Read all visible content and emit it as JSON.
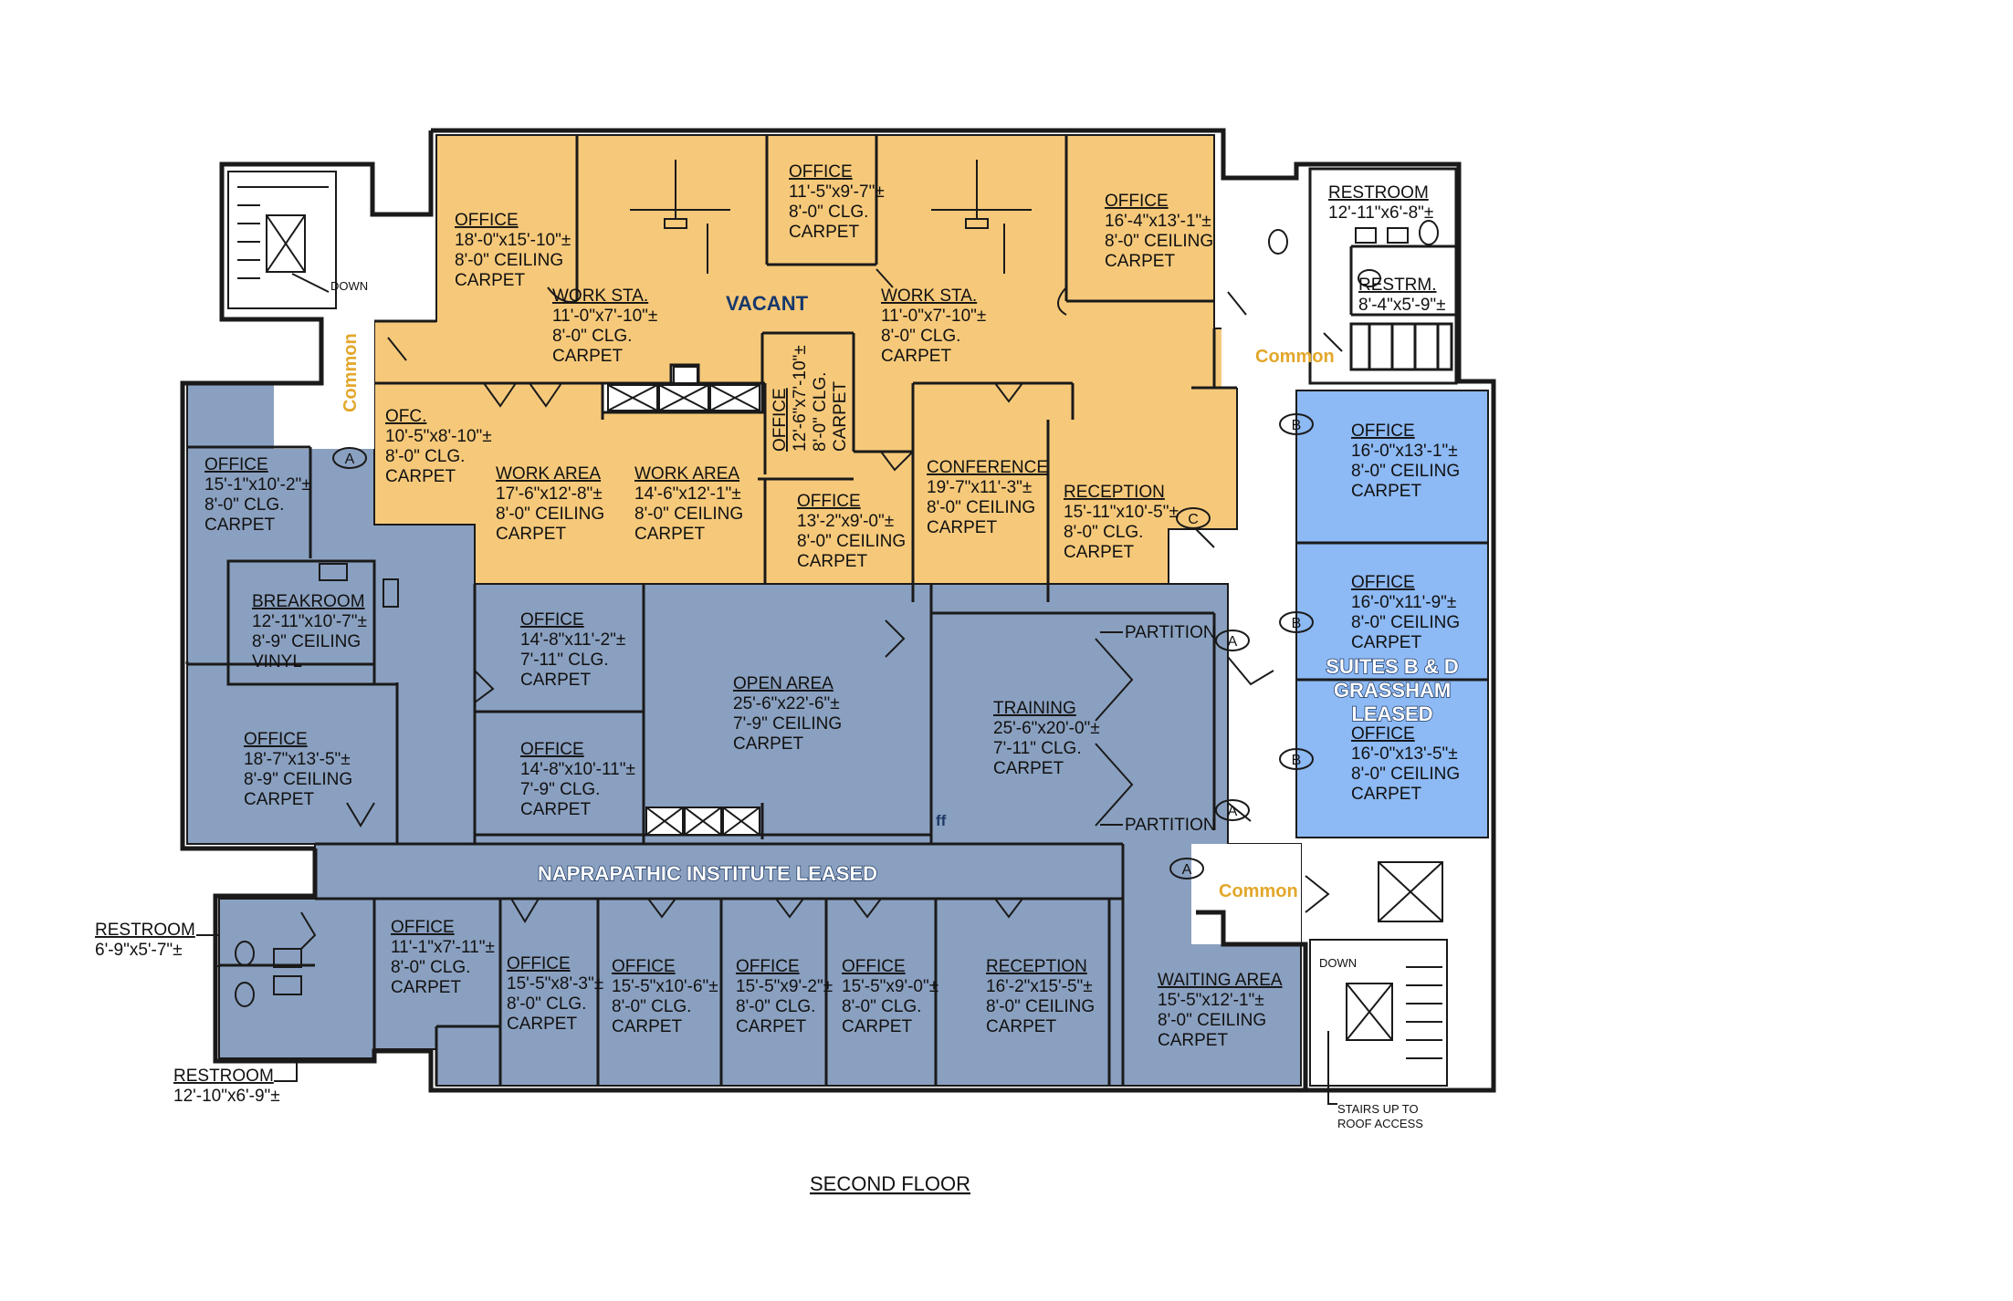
{
  "drawing_title": "SECOND FLOOR",
  "zones": {
    "vacant": "VACANT",
    "naprapathic": "NAPRAPATHIC INSTITUTE LEASED",
    "suites": [
      "SUITES B & D",
      "GRASSHAM",
      "LEASED"
    ]
  },
  "common_labels": [
    "Common",
    "Common",
    "Common"
  ],
  "stair_labels": {
    "down_left": "DOWN",
    "down_right": "DOWN",
    "roof": [
      "STAIRS UP TO",
      "ROOF ACCESS"
    ]
  },
  "partition_label": "PARTITION",
  "marker_labels": {
    "a": "A",
    "b": "B",
    "c": "C"
  },
  "misc_mark": "ff",
  "rooms": {
    "office_18_0": {
      "name": "OFFICE",
      "lines": [
        "18'-0\"x15'-10\"±",
        "8'-0\" CEILING",
        "CARPET"
      ]
    },
    "work_sta_1": {
      "name": "WORK STA.",
      "lines": [
        "11'-0\"x7'-10\"±",
        "8'-0\" CLG.",
        "CARPET"
      ]
    },
    "office_11_5": {
      "name": "OFFICE",
      "lines": [
        "11'-5\"x9'-7\"±",
        "8'-0\" CLG.",
        "CARPET"
      ]
    },
    "work_sta_2": {
      "name": "WORK STA.",
      "lines": [
        "11'-0\"x7'-10\"±",
        "8'-0\" CLG.",
        "CARPET"
      ]
    },
    "office_16_4": {
      "name": "OFFICE",
      "lines": [
        "16'-4\"x13'-1\"±",
        "8'-0\" CEILING",
        "CARPET"
      ]
    },
    "ofc_10_5": {
      "name": "OFC.",
      "lines": [
        "10'-5\"x8'-10\"±",
        "8'-0\" CLG.",
        "CARPET"
      ]
    },
    "work_area_17": {
      "name": "WORK AREA",
      "lines": [
        "17'-6\"x12'-8\"±",
        "8'-0\" CEILING",
        "CARPET"
      ]
    },
    "work_area_14": {
      "name": "WORK AREA",
      "lines": [
        "14'-6\"x12'-1\"±",
        "8'-0\" CEILING",
        "CARPET"
      ]
    },
    "office_vertical": {
      "name": "OFFICE",
      "lines": [
        "12'-6\"x7'-10\"±",
        "8'-0\" CLG.",
        "CARPET"
      ]
    },
    "office_13_2": {
      "name": "OFFICE",
      "lines": [
        "13'-2\"x9'-0\"±",
        "8'-0\" CEILING",
        "CARPET"
      ]
    },
    "conference": {
      "name": "CONFERENCE",
      "lines": [
        "19'-7\"x11'-3\"±",
        "8'-0\" CEILING",
        "CARPET"
      ]
    },
    "reception_15_11": {
      "name": "RECEPTION",
      "lines": [
        "15'-11\"x10'-5\"±",
        "8'-0\" CLG.",
        "CARPET"
      ]
    },
    "restroom_top": {
      "name": "RESTROOM",
      "lines": [
        "12'-11\"x6'-8\"±"
      ]
    },
    "restrm": {
      "name": "RESTRM.",
      "lines": [
        "8'-4\"x5'-9\"±"
      ]
    },
    "office_15_1": {
      "name": "OFFICE",
      "lines": [
        "15'-1\"x10'-2\"±",
        "8'-0\" CLG.",
        "CARPET"
      ]
    },
    "breakroom": {
      "name": "BREAKROOM",
      "lines": [
        "12'-11\"x10'-7\"±",
        "8'-9\" CEILING",
        "VINYL"
      ]
    },
    "office_18_7": {
      "name": "OFFICE",
      "lines": [
        "18'-7\"x13'-5\"±",
        "8'-9\" CEILING",
        "CARPET"
      ]
    },
    "office_14_8a": {
      "name": "OFFICE",
      "lines": [
        "14'-8\"x11'-2\"±",
        "7'-11\" CLG.",
        "CARPET"
      ]
    },
    "office_14_8b": {
      "name": "OFFICE",
      "lines": [
        "14'-8\"x10'-11\"±",
        "7'-9\" CLG.",
        "CARPET"
      ]
    },
    "open_area": {
      "name": "OPEN AREA",
      "lines": [
        "25'-6\"x22'-6\"±",
        "7'-9\" CEILING",
        "CARPET"
      ]
    },
    "training": {
      "name": "TRAINING",
      "lines": [
        "25'-6\"x20'-0\"±",
        "7'-11\" CLG.",
        "CARPET"
      ]
    },
    "office_b1": {
      "name": "OFFICE",
      "lines": [
        "16'-0\"x13'-1\"±",
        "8'-0\" CEILING",
        "CARPET"
      ]
    },
    "office_b2": {
      "name": "OFFICE",
      "lines": [
        "16'-0\"x11'-9\"±",
        "8'-0\" CEILING",
        "CARPET"
      ]
    },
    "office_b3": {
      "name": "OFFICE",
      "lines": [
        "16'-0\"x13'-5\"±",
        "8'-0\" CEILING",
        "CARPET"
      ]
    },
    "restroom_left1": {
      "name": "RESTROOM",
      "lines": [
        "6'-9\"x5'-7\"±"
      ]
    },
    "restroom_left2": {
      "name": "RESTROOM",
      "lines": [
        "12'-10\"x6'-9\"±"
      ]
    },
    "office_11_1": {
      "name": "OFFICE",
      "lines": [
        "11'-1\"x7'-11\"±",
        "8'-0\" CLG.",
        "CARPET"
      ]
    },
    "office_15_5a": {
      "name": "OFFICE",
      "lines": [
        "15'-5\"x8'-3\"±",
        "8'-0\" CLG.",
        "CARPET"
      ]
    },
    "office_15_5b": {
      "name": "OFFICE",
      "lines": [
        "15'-5\"x10'-6\"±",
        "8'-0\" CLG.",
        "CARPET"
      ]
    },
    "office_15_5c": {
      "name": "OFFICE",
      "lines": [
        "15'-5\"x9'-2\"±",
        "8'-0\" CLG.",
        "CARPET"
      ]
    },
    "office_15_5d": {
      "name": "OFFICE",
      "lines": [
        "15'-5\"x9'-0\"±",
        "8'-0\" CLG.",
        "CARPET"
      ]
    },
    "reception_16_2": {
      "name": "RECEPTION",
      "lines": [
        "16'-2\"x15'-5\"±",
        "8'-0\" CEILING",
        "CARPET"
      ]
    },
    "waiting_area": {
      "name": "WAITING AREA",
      "lines": [
        "15'-5\"x12'-1\"±",
        "8'-0\" CEILING",
        "CARPET"
      ]
    }
  },
  "colors": {
    "vacant": "#f6c97a",
    "naprapathic": "#8aa0c0",
    "suites": "#8db9f4"
  }
}
